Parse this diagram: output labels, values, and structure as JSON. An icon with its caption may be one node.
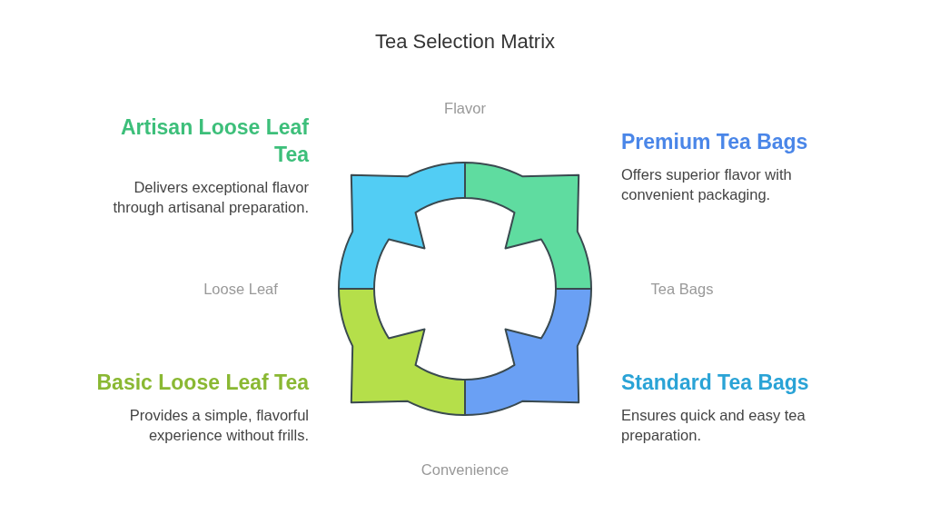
{
  "diagram": {
    "title": "Tea Selection Matrix",
    "nodes": [
      {
        "text": [
          "Artisan Loose Leaf Tea",
          "Delivers exceptional flavor through artisanal preparation."
        ]
      },
      {
        "text": [
          "Premium Tea Bags",
          "Offers superior flavor with convenient packaging."
        ]
      },
      {
        "text": [
          "Basic Loose Leaf Tea",
          "Provides a simple, flavorful experience without frills."
        ]
      },
      {
        "text": [
          "Standard Tea Bags",
          "Ensures quick and easy tea preparation."
        ]
      }
    ],
    "labels": [
      "Flavor",
      "Loose Leaf",
      "Tea Bags",
      "Convenience"
    ]
  }
}
